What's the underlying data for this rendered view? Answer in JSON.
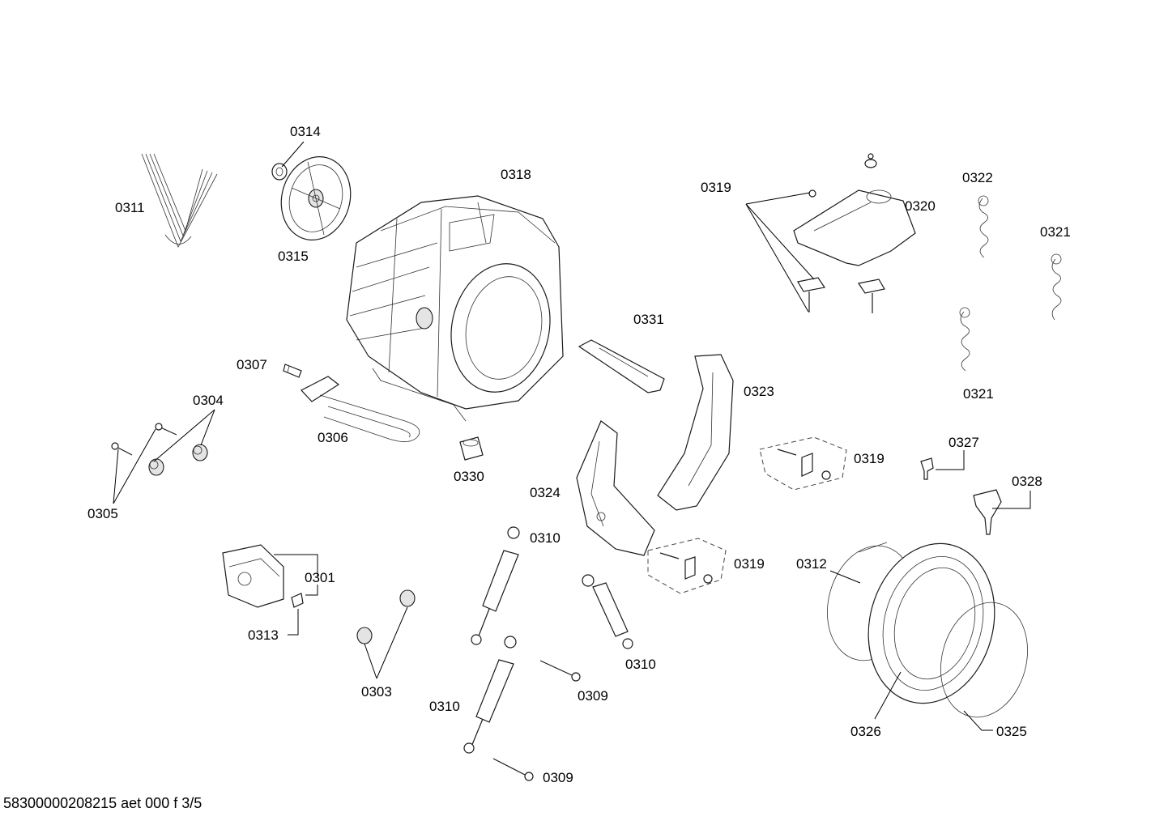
{
  "footer": "58300000208215 aet 000 f 3/5",
  "labels": {
    "p0301": "0301",
    "p0303": "0303",
    "p0304": "0304",
    "p0305": "0305",
    "p0306": "0306",
    "p0307": "0307",
    "p0309a": "0309",
    "p0309b": "0309",
    "p0310a": "0310",
    "p0310b": "0310",
    "p0310c": "0310",
    "p0311": "0311",
    "p0312": "0312",
    "p0313": "0313",
    "p0314": "0314",
    "p0315": "0315",
    "p0318": "0318",
    "p0319a": "0319",
    "p0319b": "0319",
    "p0319c": "0319",
    "p0320": "0320",
    "p0321a": "0321",
    "p0321b": "0321",
    "p0322": "0322",
    "p0323": "0323",
    "p0324": "0324",
    "p0325": "0325",
    "p0326": "0326",
    "p0327": "0327",
    "p0328": "0328",
    "p0330": "0330",
    "p0331": "0331"
  }
}
